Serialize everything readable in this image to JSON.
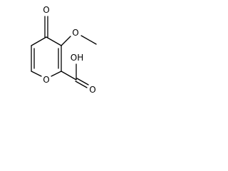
{
  "colors": {
    "background": "#ffffff",
    "ink": "#000000"
  },
  "structure": {
    "atoms": {
      "carbonyl_oxygen": "O",
      "methoxy_oxygen": "O",
      "ring_oxygen": "O",
      "acid_carbonyl_oxygen": "O",
      "hydroxyl": "OH"
    }
  }
}
